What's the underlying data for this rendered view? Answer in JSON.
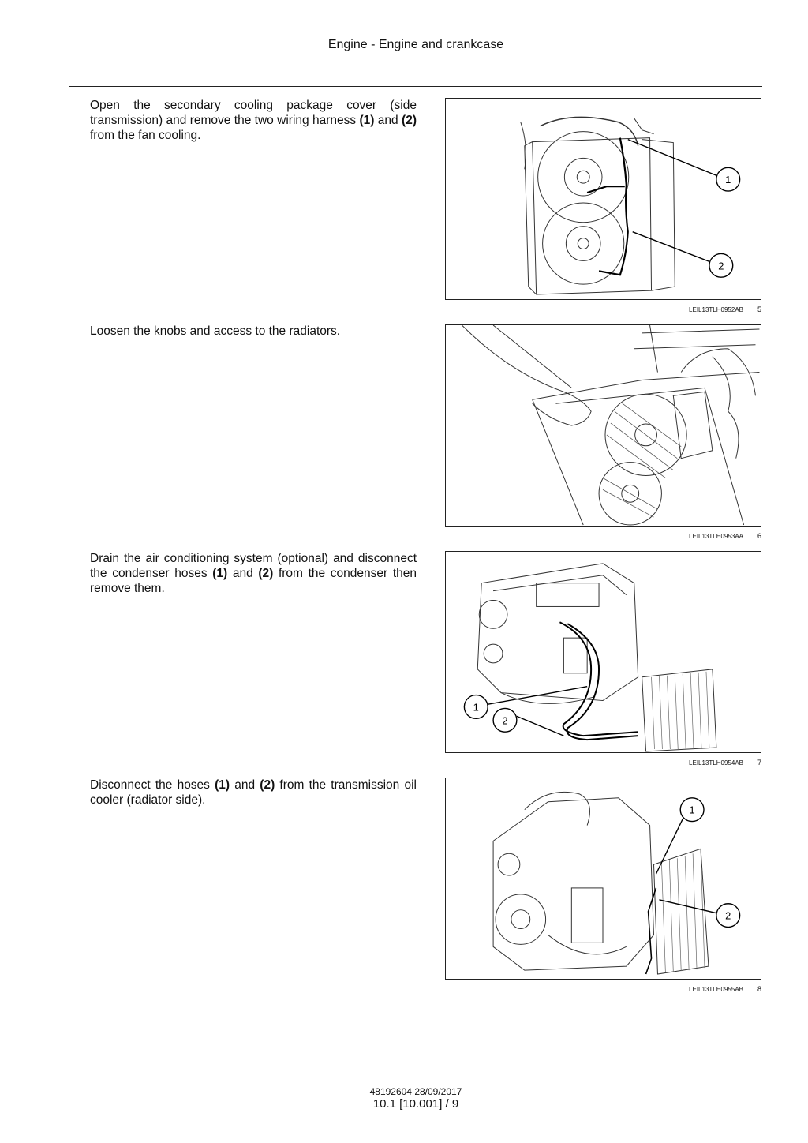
{
  "header": {
    "title": "Engine - Engine and crankcase"
  },
  "steps": [
    {
      "text_parts": [
        "Open the secondary cooling package cover (side transmission) and remove the two wiring harness ",
        "(1)",
        " and ",
        "(2)",
        " from the fan cooling."
      ],
      "figure": {
        "code": "LEIL13TLH0952AB",
        "number": "5",
        "callouts": [
          "1",
          "2"
        ]
      }
    },
    {
      "text_parts": [
        "Loosen the knobs and access to the radiators."
      ],
      "figure": {
        "code": "LEIL13TLH0953AA",
        "number": "6",
        "callouts": []
      }
    },
    {
      "text_parts": [
        "Drain the air conditioning system (optional) and disconnect the condenser hoses ",
        "(1)",
        " and ",
        "(2)",
        " from the condenser then remove them."
      ],
      "figure": {
        "code": "LEIL13TLH0954AB",
        "number": "7",
        "callouts": [
          "1",
          "2"
        ]
      }
    },
    {
      "text_parts": [
        "Disconnect the hoses ",
        "(1)",
        " and ",
        "(2)",
        " from the transmission oil cooler (radiator side)."
      ],
      "figure": {
        "code": "LEIL13TLH0955AB",
        "number": "8",
        "callouts": [
          "1",
          "2"
        ]
      }
    }
  ],
  "footer": {
    "doc_ref": "48192604 28/09/2017",
    "page_ref": "10.1 [10.001] / 9"
  }
}
